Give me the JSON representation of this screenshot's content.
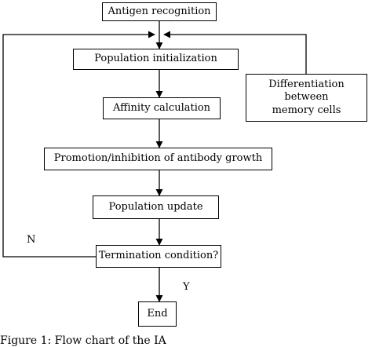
{
  "nodes": {
    "antigen": "Antigen recognition",
    "init": "Population initialization",
    "affinity": "Affinity calculation",
    "promotion": "Promotion/inhibition of antibody growth",
    "update": "Population update",
    "termination": "Termination condition?",
    "end": "End",
    "memory_line1": "Differentiation between",
    "memory_line2": "memory cells"
  },
  "edge_labels": {
    "no": "N",
    "yes": "Y"
  },
  "caption": "Figure 1: Flow chart of the IA"
}
